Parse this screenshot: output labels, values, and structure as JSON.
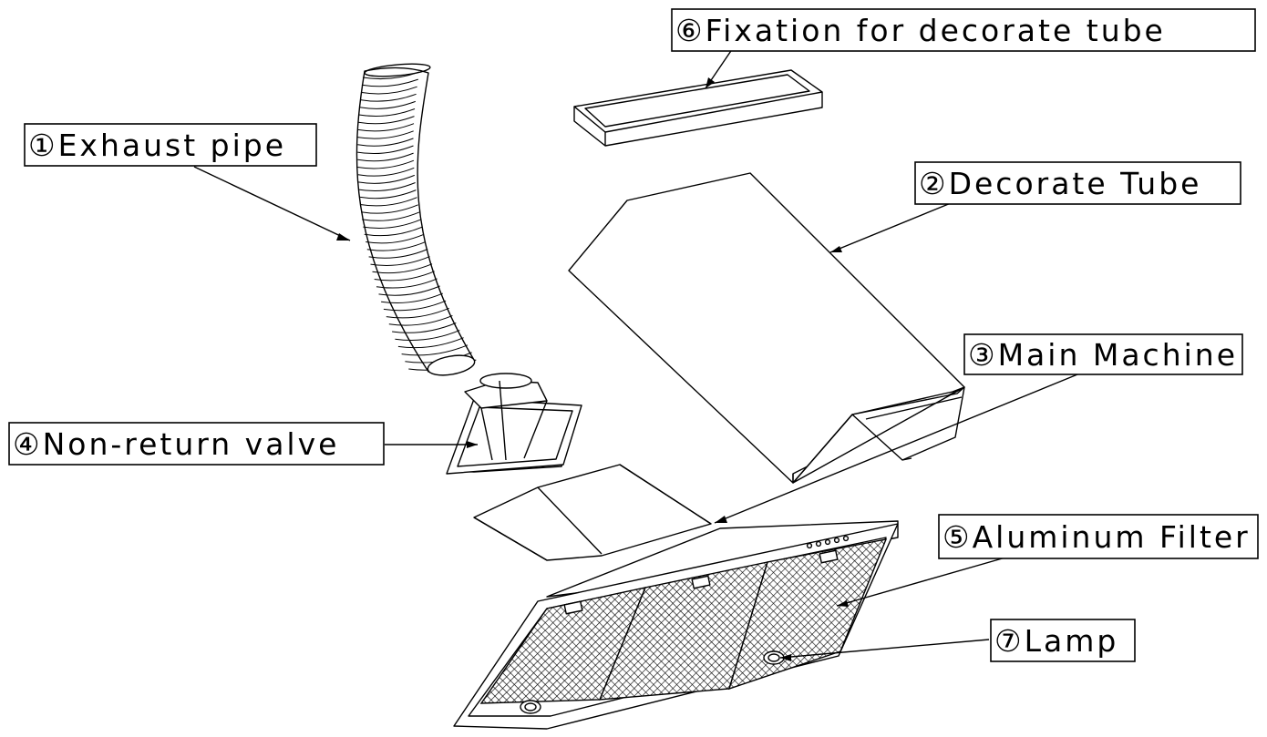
{
  "diagram": {
    "labels": {
      "exhaust_pipe": "①Exhaust pipe",
      "decorate_tube": "②Decorate Tube",
      "main_machine": "③Main Machine",
      "non_return_valve": "④Non-return valve",
      "aluminum_filter": "⑤Aluminum Filter",
      "fixation": "⑥Fixation for decorate tube",
      "lamp": "⑦Lamp"
    }
  }
}
